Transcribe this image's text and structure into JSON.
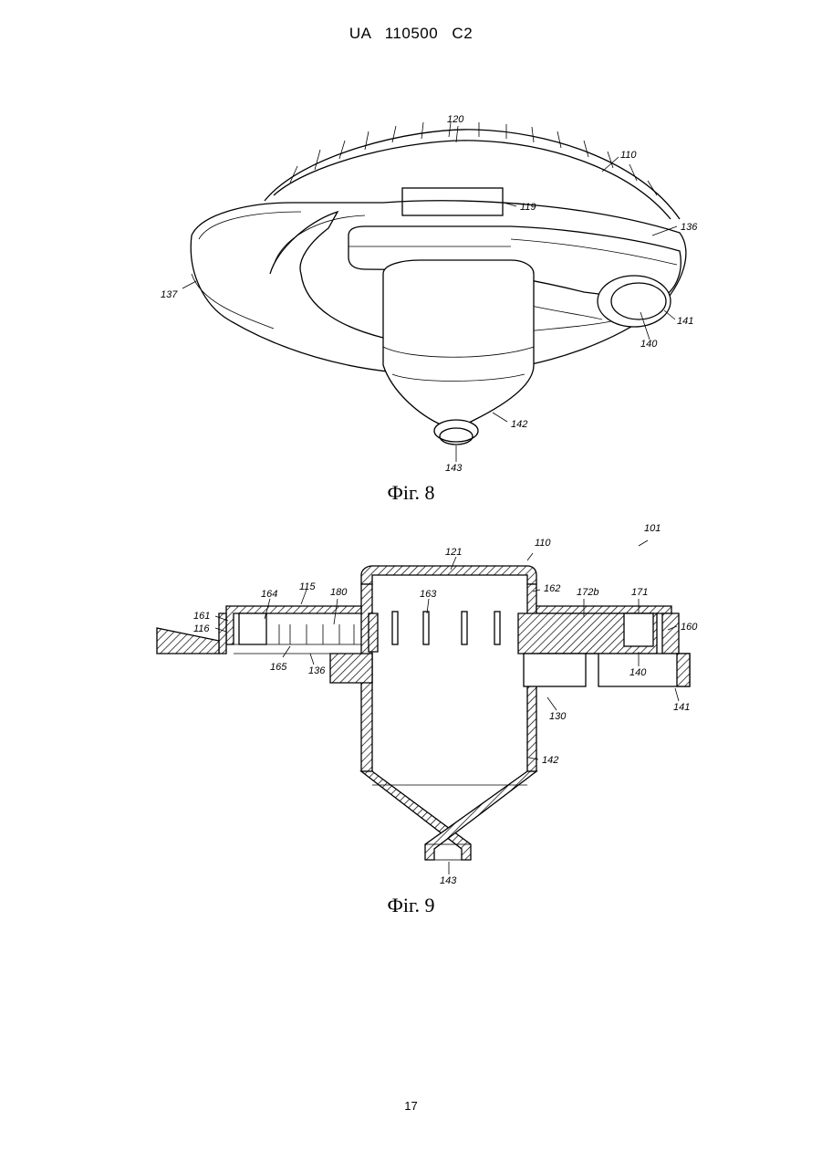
{
  "header": {
    "text": "UA   110500   C2"
  },
  "figure8": {
    "caption": "Фіг. 8",
    "labels": {
      "l120": "120",
      "l110": "110",
      "l119": "119",
      "l136": "136",
      "l137": "137",
      "l141": "141",
      "l140": "140",
      "l142": "142",
      "l143": "143"
    }
  },
  "figure9": {
    "caption": "Фіг. 9",
    "labels": {
      "l101": "101",
      "l110": "110",
      "l121": "121",
      "l162": "162",
      "l115": "115",
      "l164": "164",
      "l180": "180",
      "l163": "163",
      "l172b": "172b",
      "l171": "171",
      "l161": "161",
      "l116": "116",
      "l160": "160",
      "l165": "165",
      "l136": "136",
      "l140": "140",
      "l141": "141",
      "l130": "130",
      "l142": "142",
      "l143": "143"
    }
  },
  "footer": {
    "page_number": "17"
  }
}
